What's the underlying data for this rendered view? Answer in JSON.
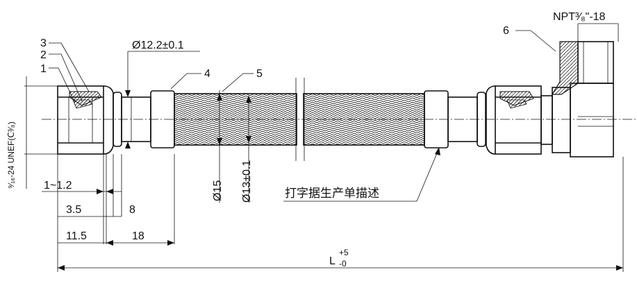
{
  "part_labels": {
    "p1": "1",
    "p2": "2",
    "p3": "3",
    "p4": "4",
    "p5": "5",
    "p6": "6"
  },
  "dimensions": {
    "d_12_2": "Ø12.2±0.1",
    "d_15": "Ø15",
    "d_13": "Ø13±0.1",
    "thread_left": "⁹⁄₁₆-24 UNEF(Ⅽ³⁄₈)",
    "thread_right": "NPT³⁄₈\"-18",
    "gap": "1~1.2",
    "len_3_5": "3.5",
    "len_8": "8",
    "len_11_5": "11.5",
    "len_18": "18",
    "overall_L": "L",
    "overall_tol_upper": "+5",
    "overall_tol_lower": "-0"
  },
  "notes": {
    "print_note": "打字据生产单描述"
  }
}
